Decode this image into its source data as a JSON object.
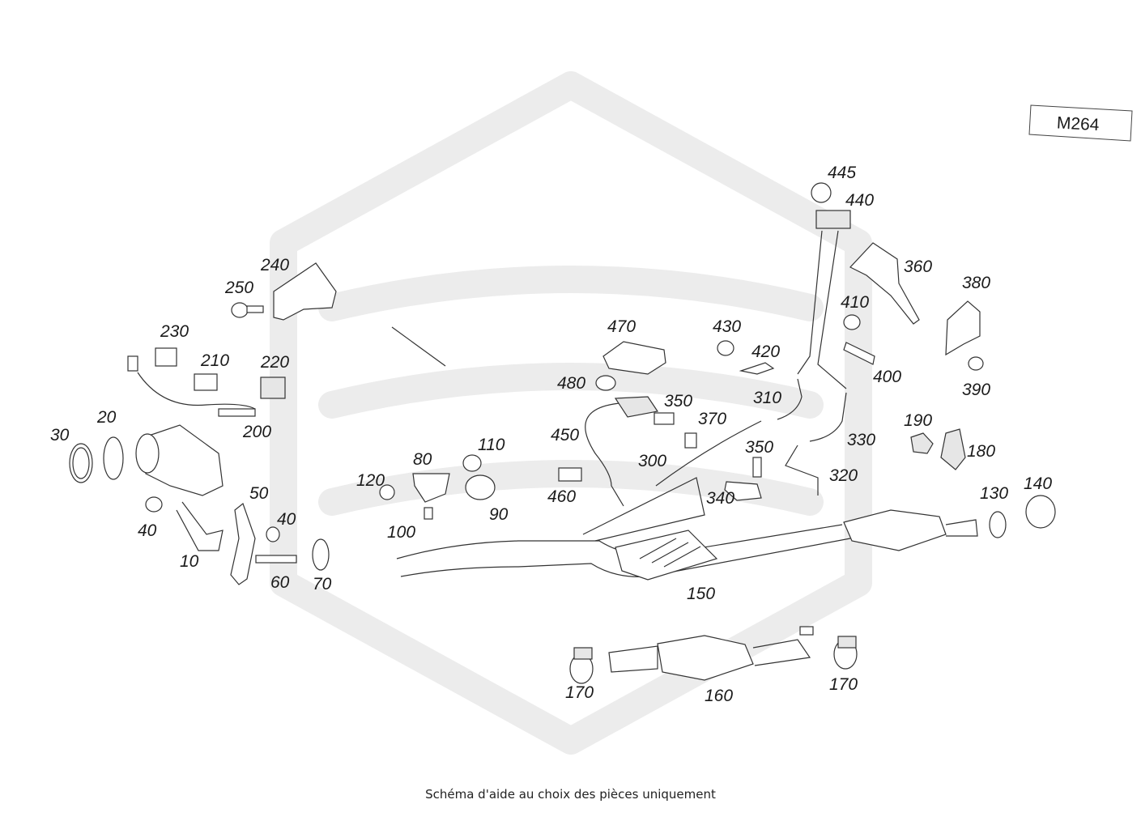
{
  "diagram": {
    "model_code": "M264",
    "footnote": "Schéma d'aide au choix des pièces uniquement",
    "labels": {
      "l10": "10",
      "l20": "20",
      "l30": "30",
      "l40a": "40",
      "l40b": "40",
      "l50": "50",
      "l60": "60",
      "l70": "70",
      "l80": "80",
      "l90": "90",
      "l100": "100",
      "l110": "110",
      "l120": "120",
      "l130": "130",
      "l140": "140",
      "l150": "150",
      "l160": "160",
      "l170a": "170",
      "l170b": "170",
      "l180": "180",
      "l190": "190",
      "l200": "200",
      "l210": "210",
      "l220": "220",
      "l230": "230",
      "l240": "240",
      "l250": "250",
      "l300": "300",
      "l310": "310",
      "l320": "320",
      "l330": "330",
      "l340": "340",
      "l350a": "350",
      "l350b": "350",
      "l360": "360",
      "l370": "370",
      "l380": "380",
      "l390": "390",
      "l400": "400",
      "l410": "410",
      "l420": "420",
      "l430": "430",
      "l440": "440",
      "l445": "445",
      "l450": "450",
      "l460": "460",
      "l470": "470",
      "l480": "480"
    }
  }
}
